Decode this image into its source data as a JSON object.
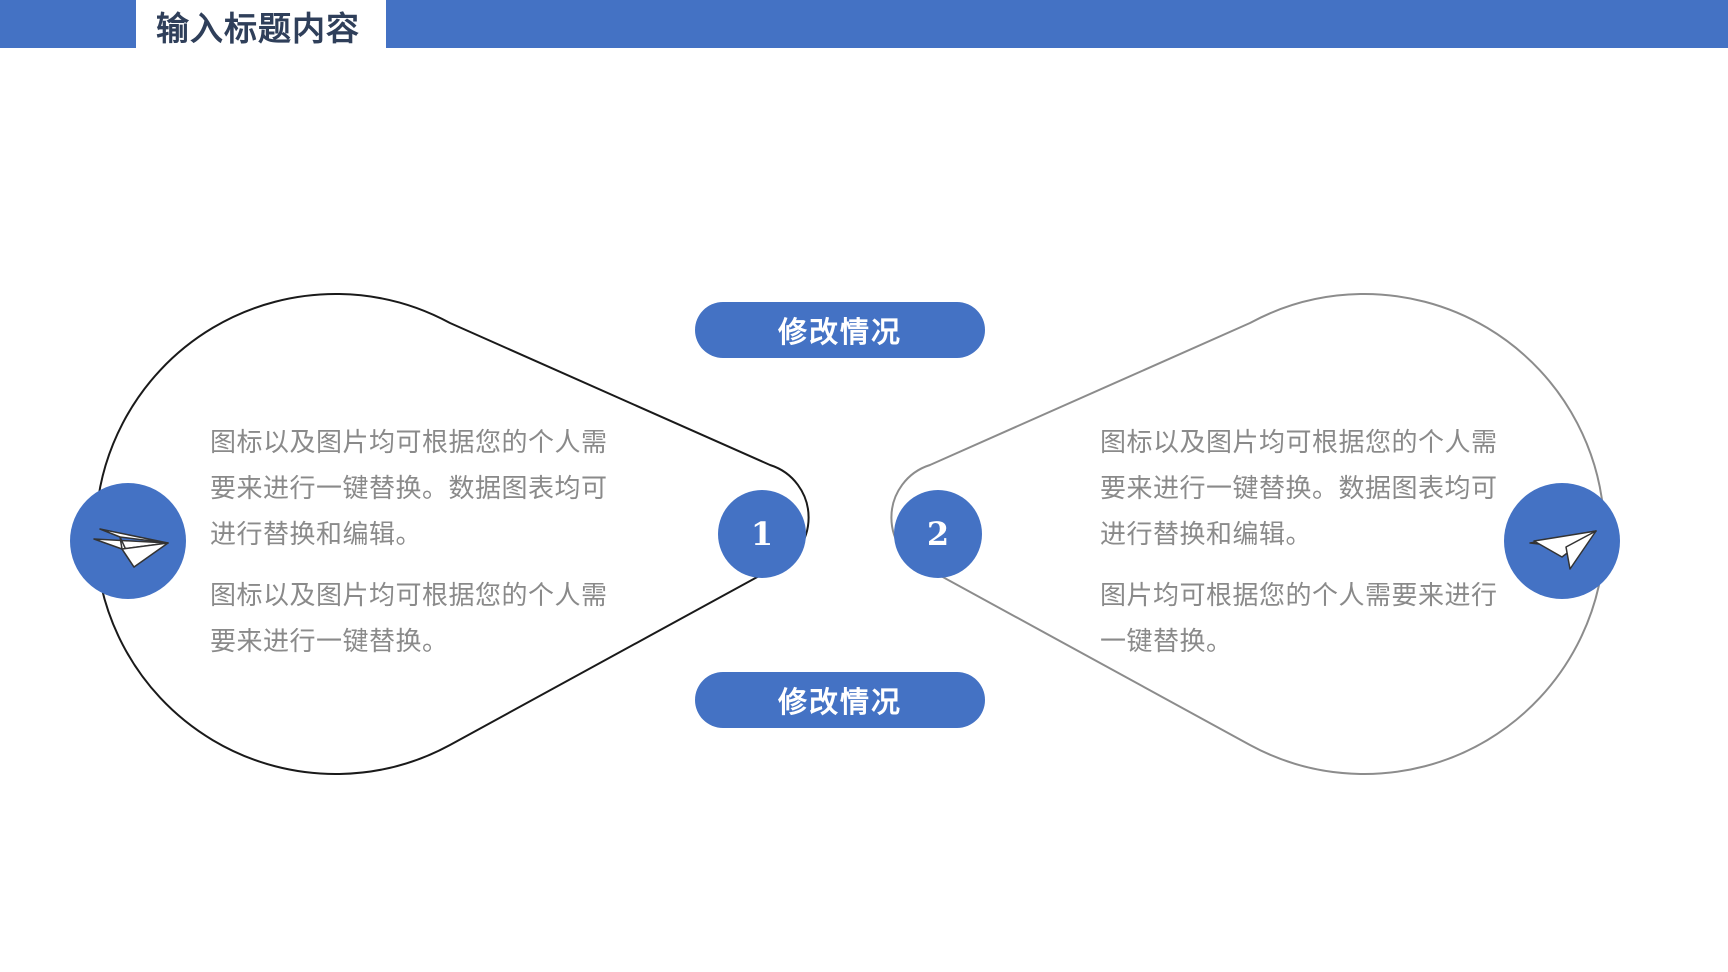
{
  "header": {
    "title": "输入标题内容"
  },
  "labels": {
    "top_pill": "修改情况",
    "bottom_pill": "修改情况"
  },
  "left_panel": {
    "number": "1",
    "icon": "paper-plane-icon",
    "paragraph_1": "图标以及图片均可根据您的个人需要来进行一键替换。数据图表均可进行替换和编辑。",
    "paragraph_2": "图标以及图片均可根据您的个人需要来进行一键替换。"
  },
  "right_panel": {
    "number": "2",
    "icon": "paper-plane-icon",
    "paragraph_1": "图标以及图片均可根据您的个人需要来进行一键替换。数据图表均可进行替换和编辑。",
    "paragraph_2": "图片均可根据您的个人需要来进行一键替换。"
  },
  "colors": {
    "accent": "#4472c4",
    "title": "#2f3f5a",
    "body_text": "#8a8a8a"
  }
}
